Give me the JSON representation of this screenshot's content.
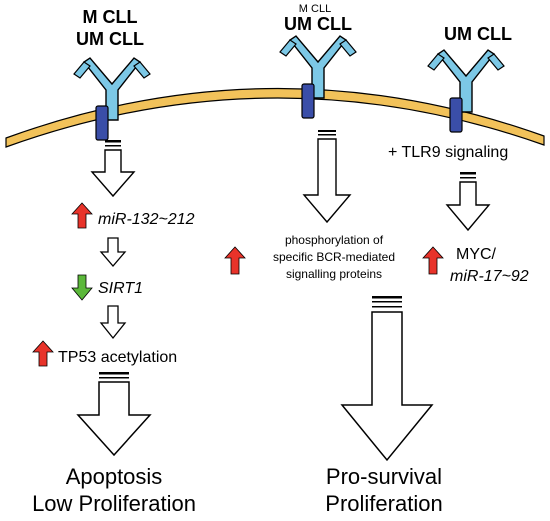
{
  "labels": {
    "m_cll": "M CLL",
    "um_cll": "UM CLL",
    "m_cll_small": "M CLL",
    "um_cll_center": "UM CLL",
    "um_cll_right": "UM CLL",
    "tlr9": "+ TLR9 signaling",
    "mir132": "miR-132~212",
    "sirt1": "SIRT1",
    "tp53": "TP53 acetylation",
    "phospho_line1": "phosphorylation of",
    "phospho_line2": "specific BCR-mediated",
    "phospho_line3": "signalling proteins",
    "myc_line1": "MYC/",
    "myc_line2": "miR-17~92",
    "outcome_left_1": "Apoptosis",
    "outcome_left_2": "Low Proliferation",
    "outcome_right_1": "Pro-survival",
    "outcome_right_2": "Proliferation"
  },
  "colors": {
    "membrane": "#f2c25a",
    "receptor_fill": "#7cc8e6",
    "receptor_dark": "#3a4ea8",
    "up_arrow": "#e8332a",
    "down_arrow": "#5bb83a"
  }
}
